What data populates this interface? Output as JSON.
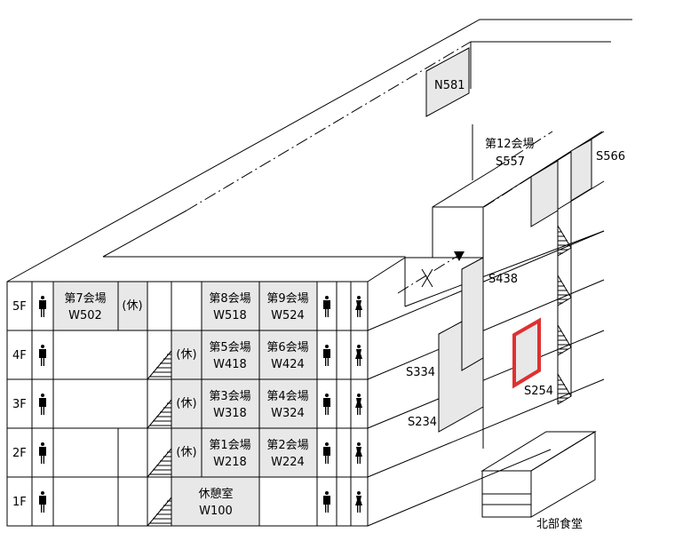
{
  "floors": [
    {
      "label": "5F",
      "rooms": [
        {
          "name": "第7会場",
          "code": "W502"
        },
        {
          "name": "(休)"
        },
        {
          "name": "第8会場",
          "code": "W518"
        },
        {
          "name": "第9会場",
          "code": "W524"
        }
      ]
    },
    {
      "label": "4F",
      "rooms": [
        {
          "name": "(休)"
        },
        {
          "name": "第5会場",
          "code": "W418"
        },
        {
          "name": "第6会場",
          "code": "W424"
        }
      ]
    },
    {
      "label": "3F",
      "rooms": [
        {
          "name": "(休)"
        },
        {
          "name": "第3会場",
          "code": "W318"
        },
        {
          "name": "第4会場",
          "code": "W324"
        }
      ]
    },
    {
      "label": "2F",
      "rooms": [
        {
          "name": "(休)"
        },
        {
          "name": "第1会場",
          "code": "W218"
        },
        {
          "name": "第2会場",
          "code": "W224"
        }
      ]
    },
    {
      "label": "1F",
      "rooms": [
        {
          "name": "休憩室",
          "code": "W100"
        }
      ]
    }
  ],
  "north": {
    "code": "N581"
  },
  "south": {
    "hall12_name": "第12会場",
    "hall12_code": "S557",
    "s566": "S566",
    "s438": "S438",
    "s334": "S334",
    "s234": "S234",
    "s254": "S254"
  },
  "cafeteria": "北部食堂",
  "colors": {
    "room_fill": "#e8e8e8",
    "highlight": "#e03030"
  }
}
